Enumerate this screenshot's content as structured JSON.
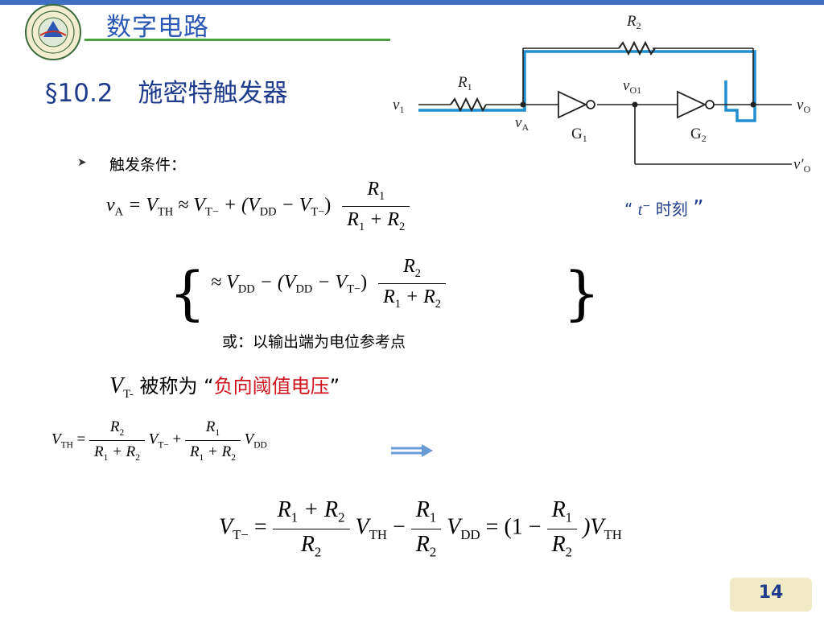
{
  "course_title": "数字电路",
  "section_title": "§10.2　施密特触发器",
  "bullet_label": "触发条件：",
  "circuit": {
    "r1": "R",
    "r1_sub": "1",
    "r2": "R",
    "r2_sub": "2",
    "v1": "v",
    "v1_sub": "1",
    "va": "v",
    "va_sub": "A",
    "vo1": "v",
    "vo1_sub": "O1",
    "g1": "G",
    "g1_sub": "1",
    "g2": "G",
    "g2_sub": "2",
    "vo": "v",
    "vo_sub": "O",
    "vo_prime": "v′",
    "vo_prime_sub": "O"
  },
  "eq1": {
    "lhs": "v",
    "lhs_sub": "A",
    "t1": "= V",
    "t1_sub": "TH",
    "t2": "≈ V",
    "t2_sub": "T−",
    "t3": "+ (V",
    "t3_sub": "DD",
    "t4": "− V",
    "t4_sub": "T−",
    "t5": ")",
    "num": "R",
    "num_sub": "1",
    "den_a": "R",
    "den_a_sub": "1",
    "den_plus": " + R",
    "den_b_sub": "2"
  },
  "time_note": {
    "open_quote": "“",
    "t": "t",
    "sup": "−",
    "label": "时刻",
    "close_quote": "”"
  },
  "eq2": {
    "t1": "≈ V",
    "t1_sub": "DD",
    "t2": "− (V",
    "t2_sub": "DD",
    "t3": "− V",
    "t3_sub": "T−",
    "t4": ")",
    "num": "R",
    "num_sub": "2",
    "den_a": "R",
    "den_a_sub": "1",
    "den_plus": " + R",
    "den_b_sub": "2",
    "left_brace": "{",
    "right_brace": "}"
  },
  "reference_note": "或：以输出端为电位参考点",
  "vt_line": {
    "symbol": "V",
    "symbol_sub": "T-",
    "text": " 被称为 “",
    "highlight": "负向阈值电压",
    "close": "”"
  },
  "eq3": {
    "lhs": "V",
    "lhs_sub": "TH",
    "eq": " = ",
    "f1_num": "R",
    "f1_num_sub": "2",
    "f1_den_a": "R",
    "f1_den_a_sub": "1",
    "f1_den_plus": " + R",
    "f1_den_b_sub": "2",
    "m1": "V",
    "m1_sub": "T−",
    "plus": " + ",
    "f2_num": "R",
    "f2_num_sub": "1",
    "f2_den_a": "R",
    "f2_den_a_sub": "1",
    "f2_den_plus": " + R",
    "f2_den_b_sub": "2",
    "m2": "V",
    "m2_sub": "DD"
  },
  "eq4": {
    "lhs": "V",
    "lhs_sub": "T−",
    "eq": " = ",
    "f1_num_a": "R",
    "f1_num_a_sub": "1",
    "f1_num_plus": " + R",
    "f1_num_b_sub": "2",
    "f1_den": "R",
    "f1_den_sub": "2",
    "m1": "V",
    "m1_sub": "TH",
    "minus": " − ",
    "f2_num": "R",
    "f2_num_sub": "1",
    "f2_den": "R",
    "f2_den_sub": "2",
    "m2": "V",
    "m2_sub": "DD",
    "eq2": " = (1 − ",
    "f3_num": "R",
    "f3_num_sub": "1",
    "f3_den": "R",
    "f3_den_sub": "2",
    "m3": ")V",
    "m3_sub": "TH"
  },
  "page_number": "14",
  "colors": {
    "title_blue": "#2b58b4",
    "accent_red": "#d0121c",
    "rule_green": "#4aa03c",
    "path_blue": "#1f8fd0"
  },
  "icons": {
    "logo": "university-seal-icon",
    "bullet": "arrow-bullet-icon",
    "arrow": "double-right-arrow-icon"
  }
}
